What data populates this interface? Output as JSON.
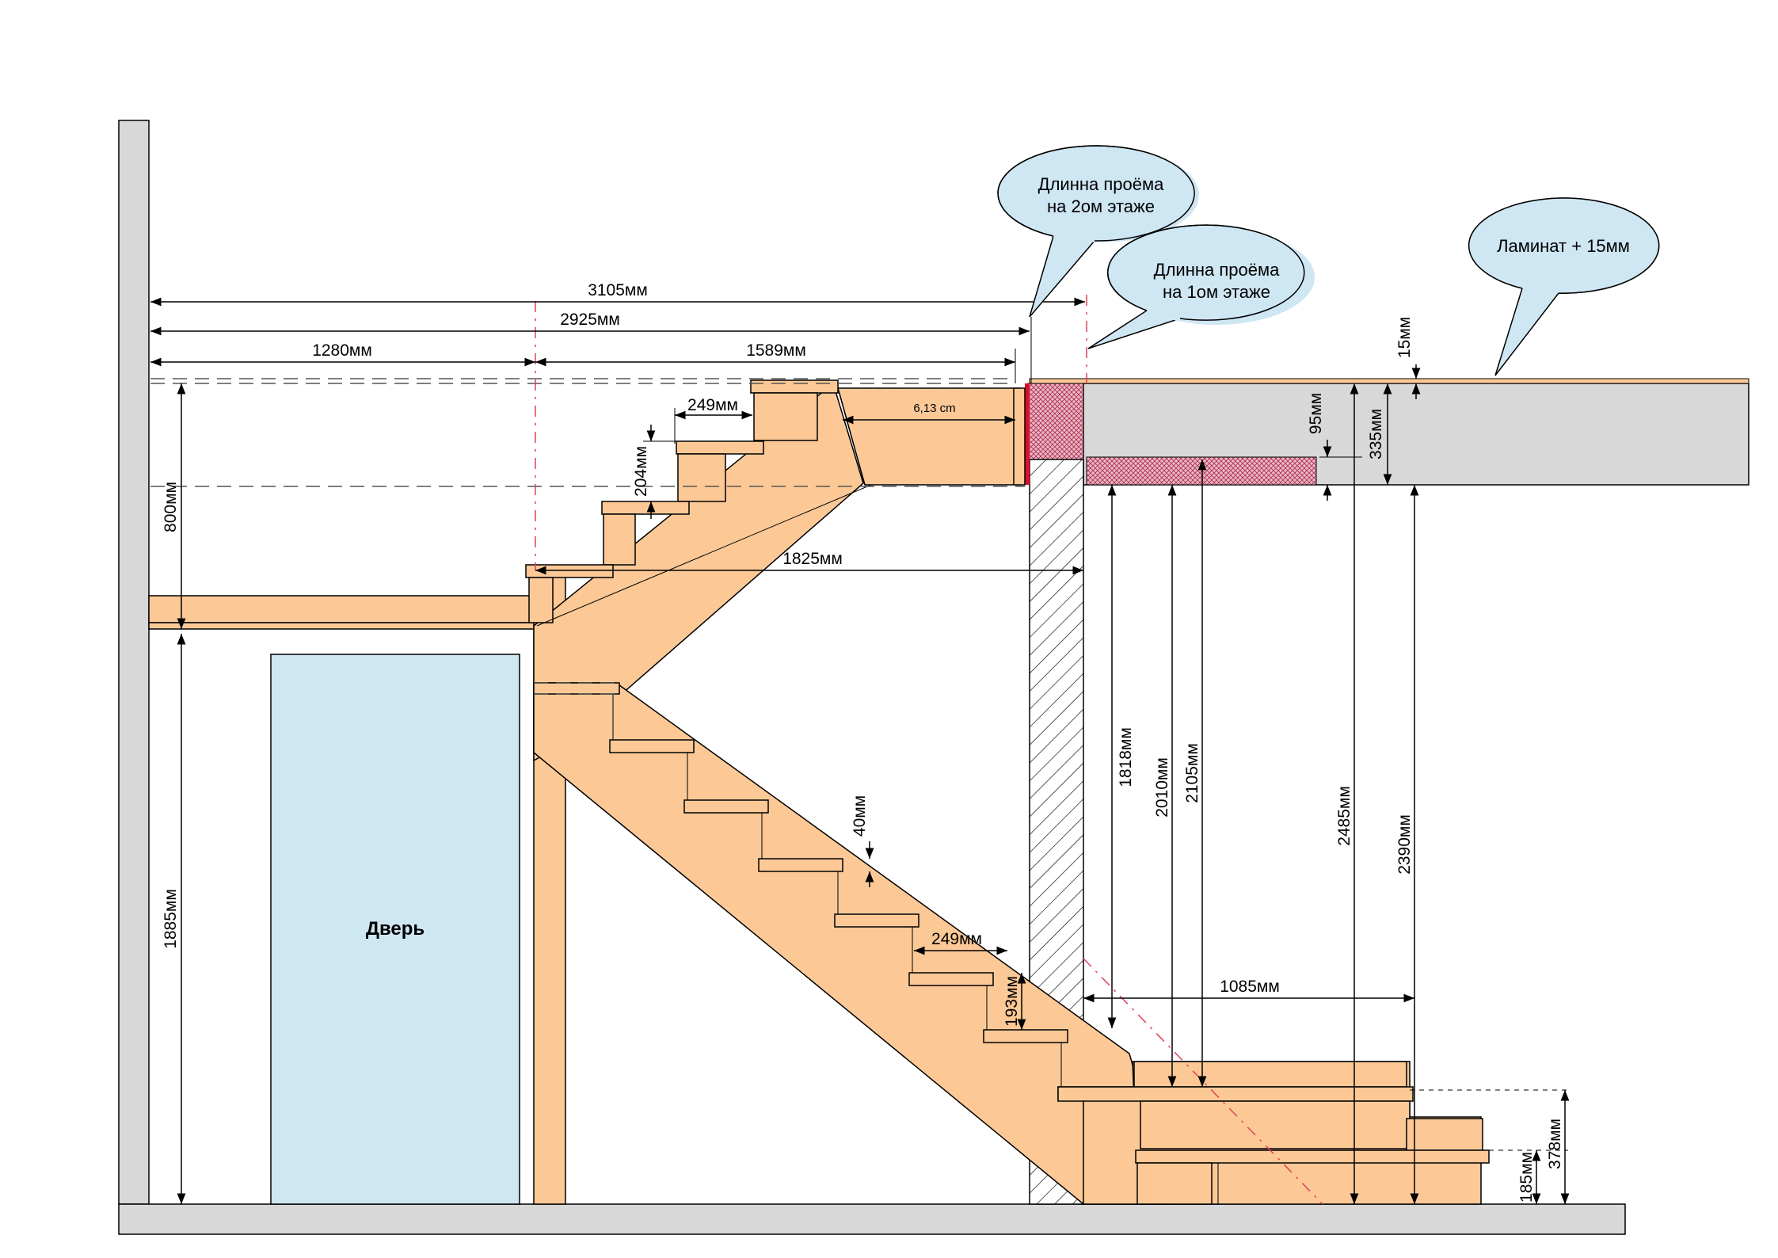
{
  "colors": {
    "wood": "#fcc996",
    "wall": "#d8d8d8",
    "door": "#cfe6f3",
    "callout": "#cfe6f3",
    "accent_red": "#d9102a",
    "hatch_red": "#c0305a"
  },
  "callouts": {
    "opening_2nd": {
      "line1": "Длинна проёма",
      "line2": "на 2ом этаже"
    },
    "opening_1st": {
      "line1": "Длинна проёма",
      "line2": "на 1ом этаже"
    },
    "laminate": {
      "text": "Ламинат + 15мм"
    }
  },
  "door": {
    "label": "Дверь"
  },
  "dimensions": {
    "d3105": "3105мм",
    "d2925": "2925мм",
    "d1280": "1280мм",
    "d1589": "1589мм",
    "d249_top": "249мм",
    "d613": "6,13 cm",
    "d204": "204мм",
    "d800": "800мм",
    "d1825": "1825мм",
    "d1885": "1885мм",
    "d15": "15мм",
    "d95": "95мм",
    "d335": "335мм",
    "d1818": "1818мм",
    "d2010": "2010мм",
    "d2105": "2105мм",
    "d2485": "2485мм",
    "d2390": "2390мм",
    "d40": "40мм",
    "d249_bottom": "249мм",
    "d193": "193мм",
    "d1085": "1085мм",
    "d378": "378мм",
    "d185": "185мм"
  }
}
